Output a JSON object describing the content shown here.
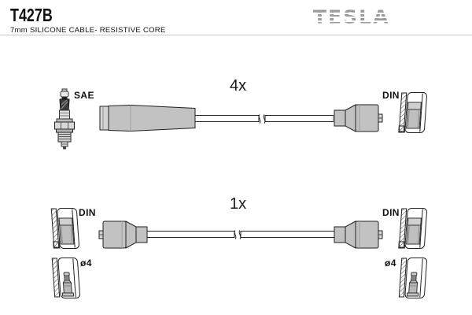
{
  "header": {
    "part_number": "T427B",
    "subtitle": "7mm SILICONE CABLE- RESISTIVE CORE",
    "brand_logo": "TESLA"
  },
  "diagram": {
    "top_cable": {
      "quantity": "4x",
      "plug_end_label": "SAE",
      "terminal_end_label": "DIN"
    },
    "bottom_cable": {
      "quantity": "1x",
      "left_terminal_label": "DIN",
      "left_diameter_label": "ø4",
      "right_terminal_label": "DIN",
      "right_diameter_label": "ø4"
    }
  },
  "colors": {
    "brand": "#9c9c9c",
    "part_gray": "#c2c2c2",
    "part_gray_dark": "#b5b5b5",
    "part_gray_light": "#d6d6d6",
    "outline": "#222222"
  }
}
